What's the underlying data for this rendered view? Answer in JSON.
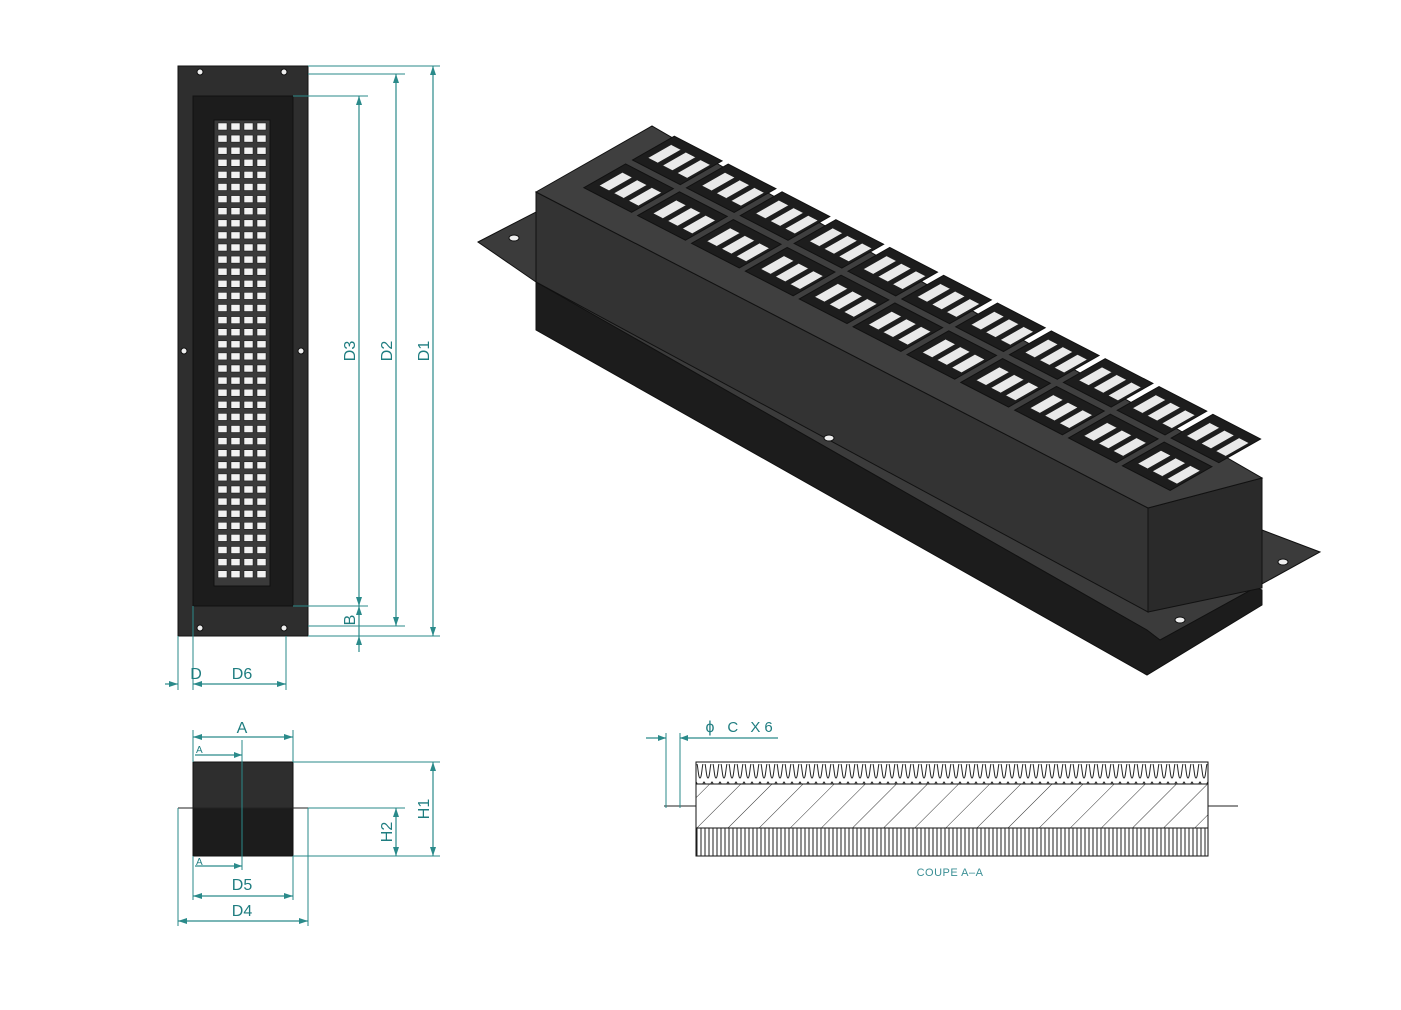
{
  "dimensions": {
    "front_view": {
      "d1": "D1",
      "d2": "D2",
      "d3": "D3",
      "b": "B",
      "d": "D",
      "d6": "D6"
    },
    "side_view": {
      "a": "A",
      "section_marker_top": "A",
      "section_marker_bottom": "A",
      "h1": "H1",
      "h2": "H2",
      "d5": "D5",
      "d4": "D4"
    },
    "section_view": {
      "diameter_symbol": "ϕ",
      "hole_label": "C X6",
      "caption": "COUPE A–A"
    }
  },
  "colors": {
    "dimension": "#2a8a8a",
    "body": "#2e2e2e",
    "dark_body": "#1c1c1c",
    "slot": "#f2f2f2"
  }
}
